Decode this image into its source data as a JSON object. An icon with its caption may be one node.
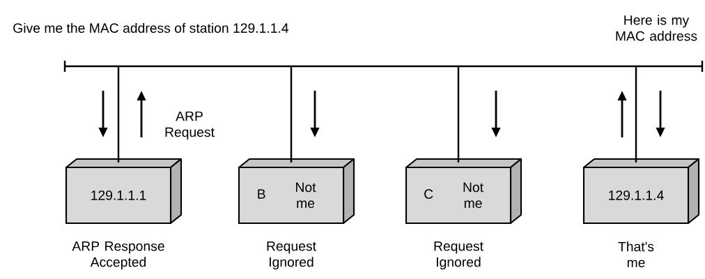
{
  "diagram": {
    "nodes": [
      {
        "text": [],
        "shape": "bar"
      },
      {
        "text": [
          "129.1.1.1"
        ],
        "beside": [
          "ARP Response Accepted"
        ]
      },
      {
        "text": [
          "B",
          "Not me"
        ],
        "beside": [
          "Request Ignored"
        ]
      },
      {
        "text": [
          "C",
          "Not me"
        ],
        "beside": [
          "Request Ignored"
        ]
      },
      {
        "text": [
          "129.1.1.4"
        ],
        "beside": [
          "That's me"
        ]
      }
    ],
    "edges": [
      {
        "from": 0,
        "to": 1,
        "arrow": "none"
      },
      {
        "from": 0,
        "to": 2,
        "arrow": "none"
      },
      {
        "from": 0,
        "to": 3,
        "arrow": "none"
      },
      {
        "from": 0,
        "to": 4,
        "arrow": "none"
      }
    ],
    "labels": [
      "Give me the MAC address of station 129.1.1.4",
      "Here is my MAC address",
      "ARP Request"
    ]
  }
}
